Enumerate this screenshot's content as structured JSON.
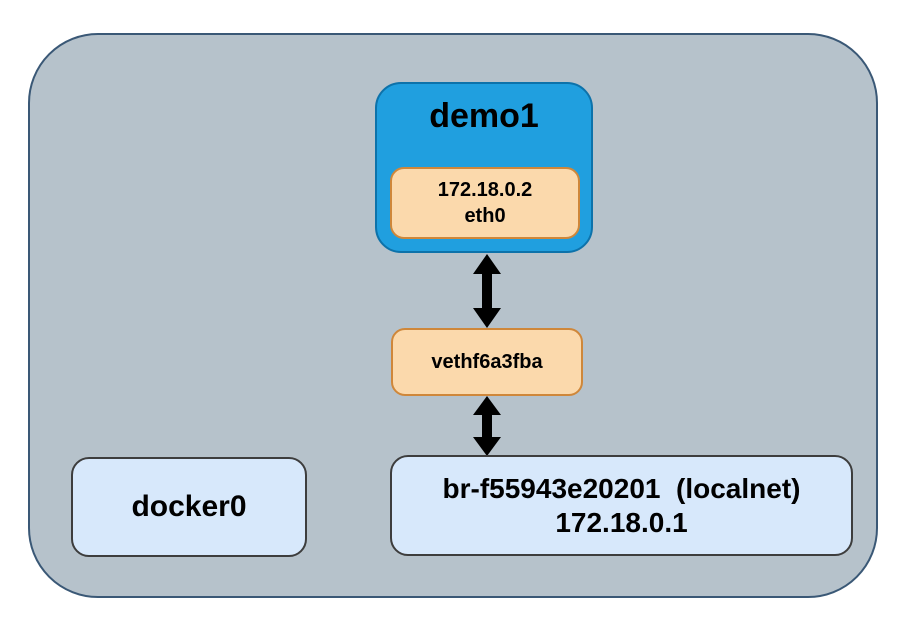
{
  "diagram": {
    "title": "docker-bridge-network-diagram",
    "nodes": {
      "demo1": {
        "label": "demo1"
      },
      "eth0": {
        "ip": "172.18.0.2",
        "name": "eth0"
      },
      "veth": {
        "label": "vethf6a3fba"
      },
      "docker0": {
        "label": "docker0"
      },
      "bridge": {
        "name": "br-f55943e20201  (localnet)",
        "ip": "172.18.0.1"
      }
    },
    "edges": [
      {
        "from": "demo1.eth0",
        "to": "vethf6a3fba",
        "style": "double-headed-vertical-arrow"
      },
      {
        "from": "vethf6a3fba",
        "to": "br-f55943e20201",
        "style": "double-headed-vertical-arrow"
      }
    ],
    "colors": {
      "page_background": "#ffffff",
      "host_fill": "#b6c2cb",
      "host_border": "#3a5876",
      "container_fill": "#209fdf",
      "container_border": "#0d72aa",
      "iface_fill": "#fbd9ac",
      "iface_border": "#cf873a",
      "bridge_fill": "#d7e8fb",
      "bridge_border": "#3d3d3d",
      "arrow": "#000000",
      "text": "#000000"
    }
  }
}
